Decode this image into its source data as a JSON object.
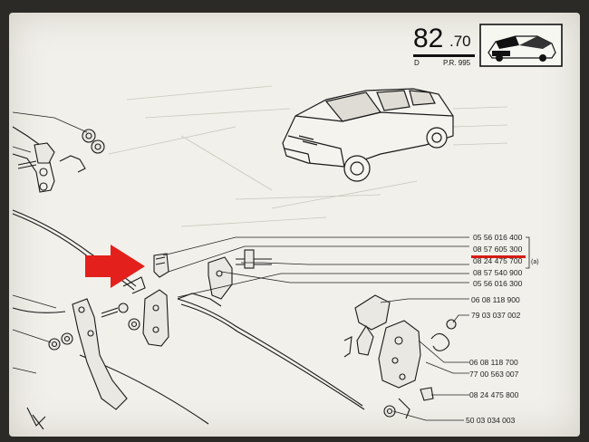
{
  "header": {
    "number_main": "82",
    "number_decimal": ".70",
    "code_left": "D",
    "code_right": "P.R. 995"
  },
  "part_numbers": [
    "05 56 016 400",
    "08 57 605 300",
    "08 24 475 700",
    "08 57 540 900",
    "05 56 016 300",
    "06 08 118 900",
    "79 03 037 002",
    "06 08 118 700",
    "77 00 563 007",
    "08 24 475 800",
    "50 03 034 003"
  ],
  "annotation": "(a)",
  "colors": {
    "highlight_arrow": "#e3201b",
    "highlight_underline": "#d81a16",
    "ink": "#1a1a1a",
    "paper": "#f1f0ea"
  },
  "icons": [
    "red-arrow-icon",
    "car-illustration",
    "car-thumbnail-icon"
  ]
}
